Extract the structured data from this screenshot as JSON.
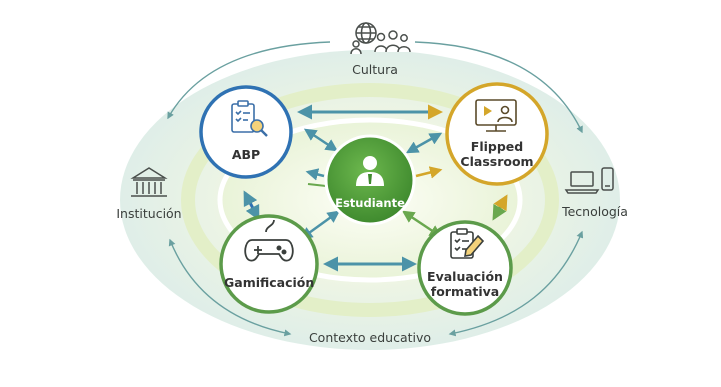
{
  "context": {
    "culture": "Cultura",
    "institution": "Institución",
    "technology": "Tecnología",
    "educational_context": "Contexto educativo"
  },
  "center": {
    "label": "Estudiante",
    "color": "#4f9a3a"
  },
  "nodes": {
    "abp": {
      "label": "ABP",
      "color": "#2f72b3",
      "icon": "clipboard-magnifier-icon"
    },
    "flipped": {
      "line1": "Flipped",
      "line2": "Classroom",
      "color": "#d4a62a",
      "icon": "presentation-screen-icon"
    },
    "gamification": {
      "label": "Gamificación",
      "color": "#5c9b4a",
      "icon": "gamepad-icon"
    },
    "formative": {
      "line1": "Evaluación",
      "line2": "formativa",
      "color": "#5c9b4a",
      "icon": "checklist-pencil-icon"
    }
  },
  "arrow_colors": {
    "blue_teal": "#4c93a8",
    "green": "#6aa84f",
    "gold": "#d4a62a",
    "outer": "#6aa0a0"
  }
}
